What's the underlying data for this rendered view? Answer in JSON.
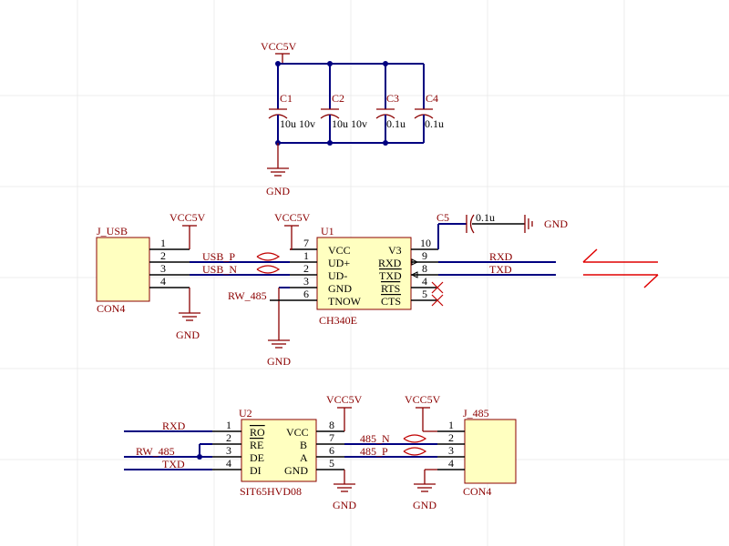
{
  "supply": {
    "vcc": "VCC5V",
    "gnd": "GND"
  },
  "caps": [
    {
      "ref": "C1",
      "value": "10u 10v"
    },
    {
      "ref": "C2",
      "value": "10u 10v"
    },
    {
      "ref": "C3",
      "value": "0.1u"
    },
    {
      "ref": "C4",
      "value": "0.1u"
    },
    {
      "ref": "C5",
      "value": "0.1u"
    }
  ],
  "j_usb": {
    "ref": "J_USB",
    "type": "CON4",
    "pins": [
      "1",
      "2",
      "3",
      "4"
    ]
  },
  "u1": {
    "ref": "U1",
    "part": "CH340E",
    "left_pins": [
      {
        "num": "7",
        "name": "VCC"
      },
      {
        "num": "1",
        "name": "UD+"
      },
      {
        "num": "2",
        "name": "UD-"
      },
      {
        "num": "3",
        "name": "GND"
      },
      {
        "num": "6",
        "name": "TNOW"
      }
    ],
    "right_pins": [
      {
        "num": "10",
        "name": "V3"
      },
      {
        "num": "9",
        "name": "RXD"
      },
      {
        "num": "8",
        "name": "TXD"
      },
      {
        "num": "4",
        "name": "RTS"
      },
      {
        "num": "5",
        "name": "CTS"
      }
    ]
  },
  "u2": {
    "ref": "U2",
    "part": "SIT65HVD08",
    "left_pins": [
      {
        "num": "1",
        "name": "RO"
      },
      {
        "num": "2",
        "name": "RE"
      },
      {
        "num": "3",
        "name": "DE"
      },
      {
        "num": "4",
        "name": "DI"
      }
    ],
    "right_pins": [
      {
        "num": "8",
        "name": "VCC"
      },
      {
        "num": "7",
        "name": "B"
      },
      {
        "num": "6",
        "name": "A"
      },
      {
        "num": "5",
        "name": "GND"
      }
    ]
  },
  "j_485": {
    "ref": "J_485",
    "type": "CON4",
    "pins": [
      "1",
      "2",
      "3",
      "4"
    ]
  },
  "nets": {
    "usb_p": "USB_P",
    "usb_n": "USB_N",
    "rw485": "RW_485",
    "rxd": "RXD",
    "txd": "TXD",
    "n485": "485_N",
    "p485": "485_P"
  }
}
